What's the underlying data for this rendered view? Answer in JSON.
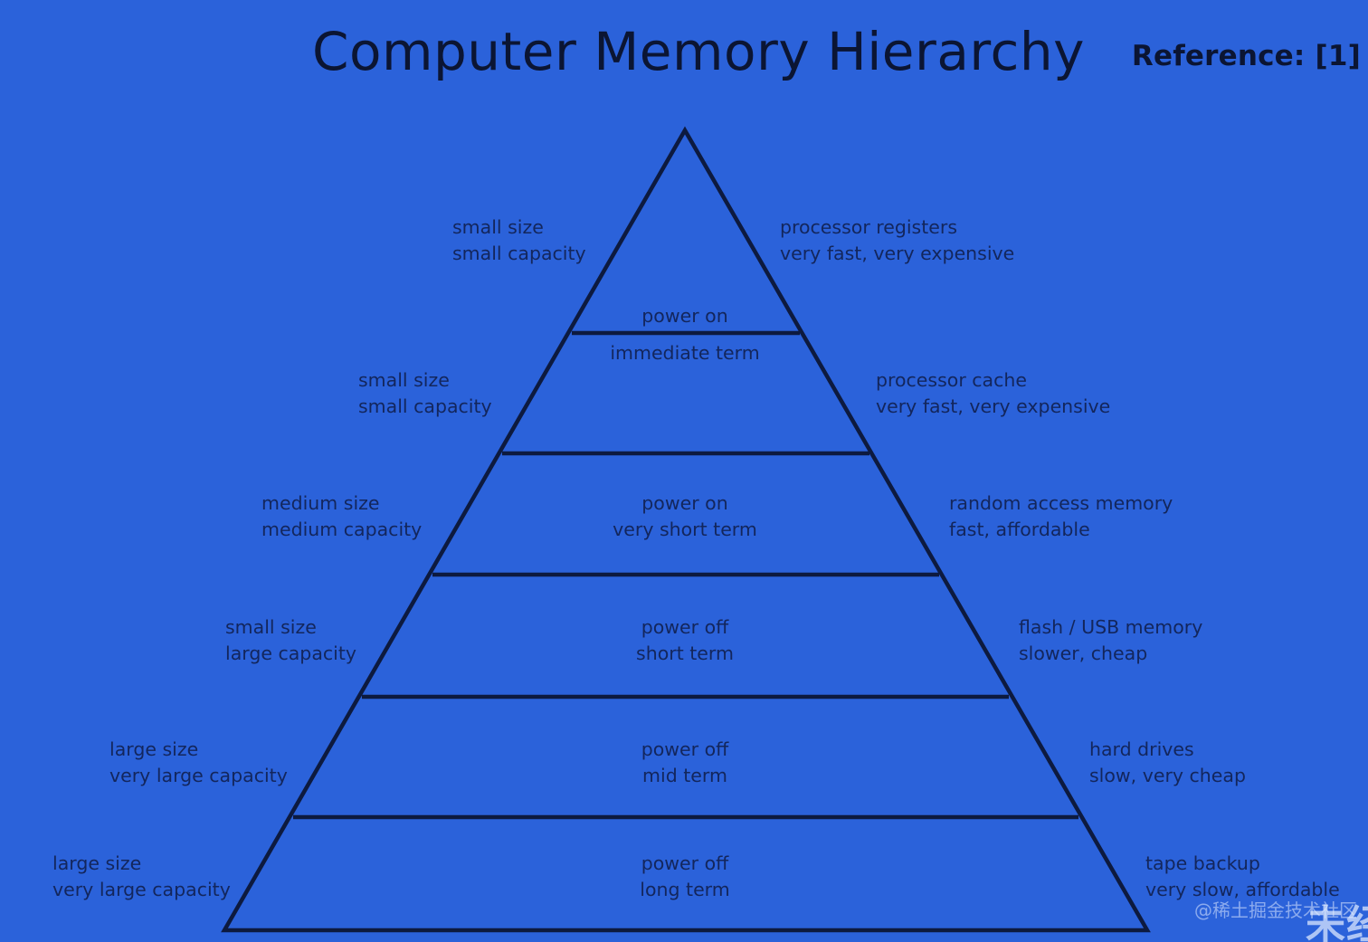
{
  "header": {
    "title": "Computer Memory Hierarchy",
    "reference": "Reference: [1]"
  },
  "colors": {
    "background": "#2b62da",
    "outline": "#0d1a3f",
    "text": "#13265c",
    "title_text": "#0b1533"
  },
  "diagram": {
    "type": "pyramid",
    "levels": [
      {
        "index": 1,
        "left_line1": "small size",
        "left_line2": "small capacity",
        "center_line1": "power on",
        "center_line2": "immediate term",
        "right_line1": "processor registers",
        "right_line2": "very fast, very expensive"
      },
      {
        "index": 2,
        "left_line1": "small size",
        "left_line2": "small capacity",
        "center_line1": "",
        "center_line2": "",
        "right_line1": "processor cache",
        "right_line2": "very fast, very expensive"
      },
      {
        "index": 3,
        "left_line1": "medium size",
        "left_line2": "medium capacity",
        "center_line1": "power on",
        "center_line2": "very short term",
        "right_line1": "random access memory",
        "right_line2": "fast, affordable"
      },
      {
        "index": 4,
        "left_line1": "small size",
        "left_line2": "large capacity",
        "center_line1": "power off",
        "center_line2": "short term",
        "right_line1": "flash / USB memory",
        "right_line2": "slower, cheap"
      },
      {
        "index": 5,
        "left_line1": "large size",
        "left_line2": "very large capacity",
        "center_line1": "power off",
        "center_line2": "mid term",
        "right_line1": "hard drives",
        "right_line2": "slow, very cheap"
      },
      {
        "index": 6,
        "left_line1": "large size",
        "left_line2": "very large capacity",
        "center_line1": "power off",
        "center_line2": "long term",
        "right_line1": "tape backup",
        "right_line2": "very slow, affordable"
      }
    ]
  },
  "watermark": {
    "handle": "@稀土掘金技术社区",
    "overlay": "未经"
  }
}
